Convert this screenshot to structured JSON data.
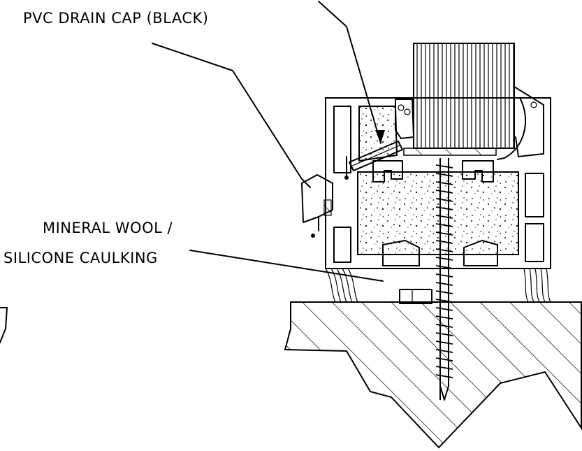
{
  "labels": {
    "drain_cap": "PVC DRAIN CAP (BLACK)",
    "mineral_wool_line1": "MINERAL WOOL /",
    "mineral_wool_line2": "SILICONE CAULKING"
  },
  "colors": {
    "ink": "#000000",
    "paper": "#ffffff"
  }
}
